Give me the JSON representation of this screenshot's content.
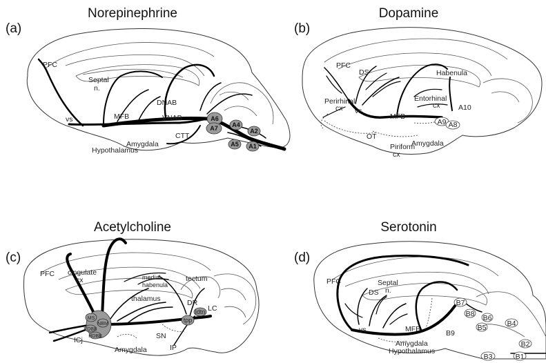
{
  "panels": {
    "a": {
      "letter": "(a)",
      "title": "Norepinephrine",
      "labels": {
        "pfc": "PFC",
        "septal_1": "Septal",
        "septal_2": "n.",
        "vs": "vs",
        "mfb": "MFB",
        "dnab": "DNAB",
        "vnab": "VNAB",
        "ctt": "CTT",
        "amygdala": "Amygdala",
        "hypothalamus": "Hypothalamus"
      },
      "nuclei": [
        "A6",
        "A7",
        "A4",
        "A2",
        "A5",
        "A1"
      ]
    },
    "b": {
      "letter": "(b)",
      "title": "Dopamine",
      "labels": {
        "pfc": "PFC",
        "ds": "DS",
        "habenula": "Habenula",
        "perirhinal_1": "Perirhinal",
        "perirhinal_2": "cx",
        "vs": "vs",
        "entorhinal_1": "Entorhinal",
        "entorhinal_2": "cx",
        "mfb": "MFB",
        "ot": "OT",
        "piriform_1": "Piriform",
        "piriform_2": "cx",
        "amygdala": "Amygdala"
      },
      "nuclei": [
        "A10",
        "A9",
        "A8"
      ]
    },
    "c": {
      "letter": "(c)",
      "title": "Acetylcholine",
      "labels": {
        "pfc": "PFC",
        "cingulate_1": "cingulate",
        "cingulate_2": "cx",
        "medial_habenula_1": "medial",
        "medial_habenula_2": "habenula",
        "tectum": "tectum",
        "thalamus": "thalamus",
        "dr": "DR",
        "lc": "LC",
        "sn": "SN",
        "ip": "IP",
        "icj": "ICj",
        "amygdala": "Amygdala"
      },
      "nuclei": [
        "MS",
        "NBM",
        "VDBB",
        "HDBB",
        "ldtn",
        "tpp"
      ]
    },
    "d": {
      "letter": "(d)",
      "title": "Serotonin",
      "labels": {
        "pfc": "PFC",
        "septal_1": "Septal",
        "septal_2": "n.",
        "ds": "DS",
        "mfb": "MFB",
        "vs": "vs",
        "amygdala": "Amygdala",
        "hypothalamus": "Hypothalamus"
      },
      "nuclei": [
        "B7",
        "B8",
        "B6",
        "B4",
        "B5",
        "B9",
        "B2",
        "B3",
        "B1"
      ]
    }
  }
}
